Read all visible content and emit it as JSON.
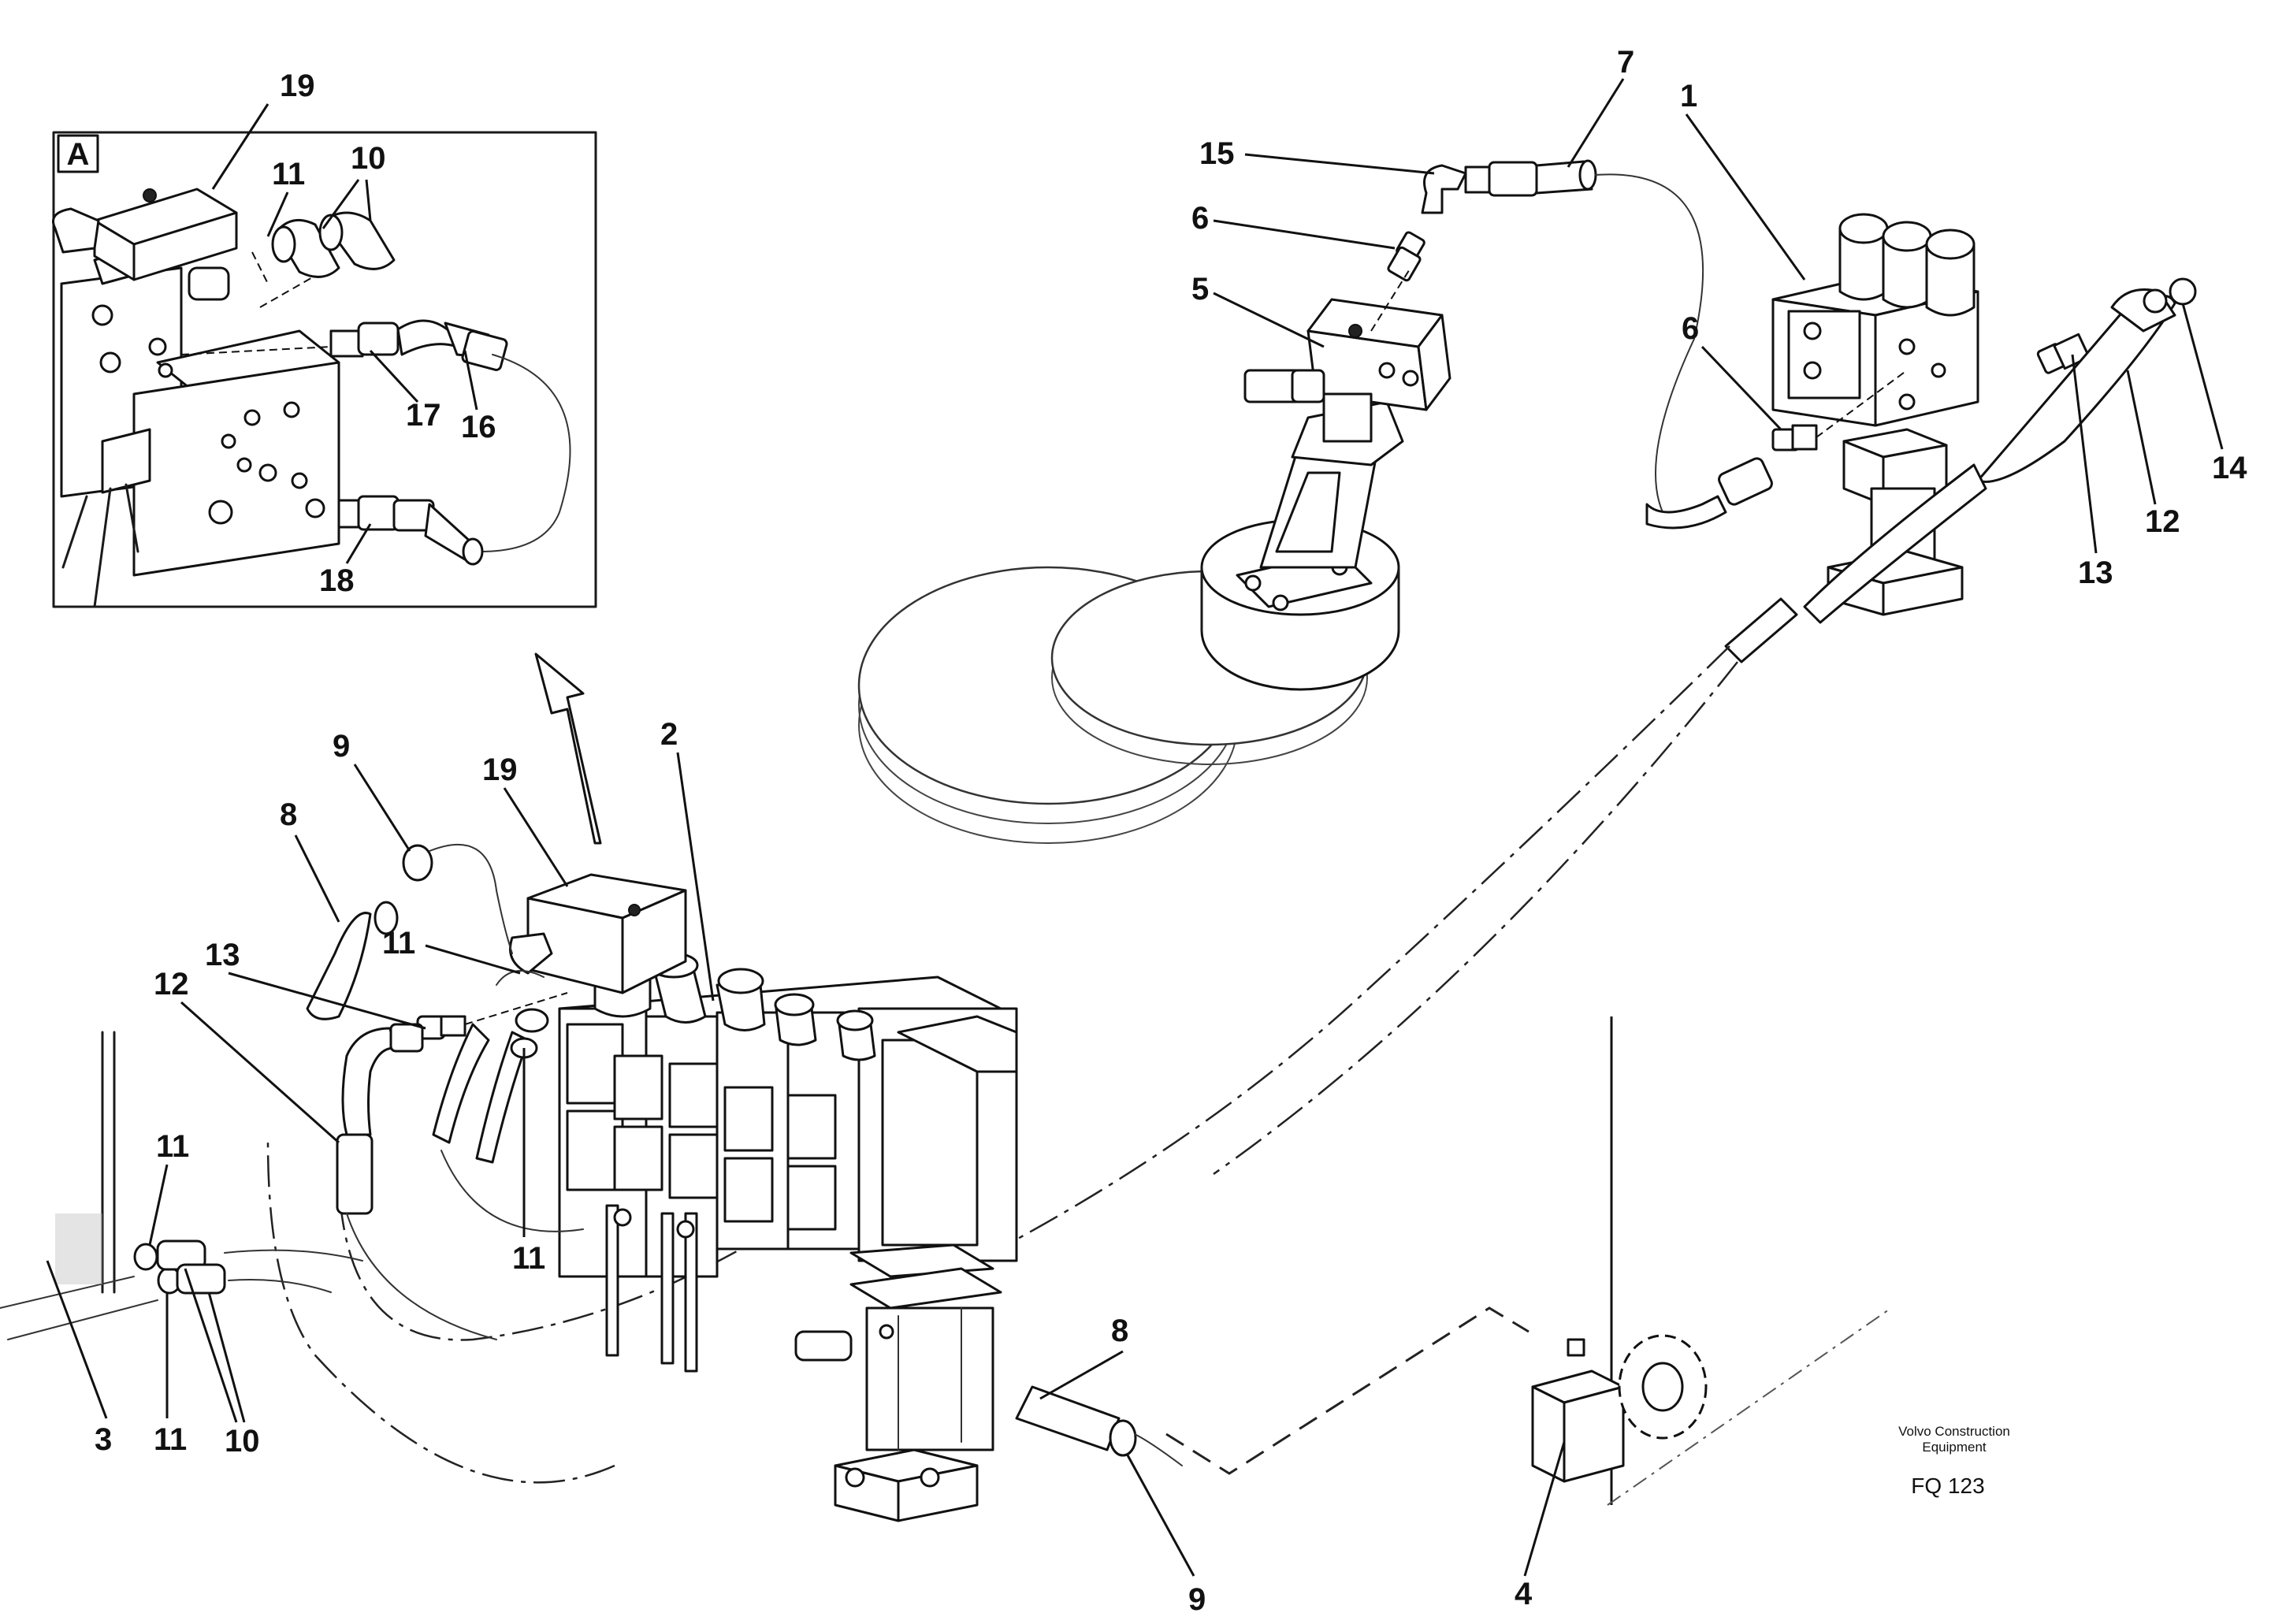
{
  "inset": {
    "view_letter": "A",
    "labels": [
      "19",
      "11",
      "10",
      "17",
      "16",
      "18"
    ]
  },
  "callouts": {
    "c1": "1",
    "c2": "2",
    "c3": "3",
    "c4": "4",
    "c5": "5",
    "c6a": "6",
    "c6b": "6",
    "c7": "7",
    "c8a": "8",
    "c8b": "8",
    "c9a": "9",
    "c9b": "9",
    "c10": "10",
    "c11a": "11",
    "c11b": "11",
    "c11c": "11",
    "c11d": "11",
    "c12a": "12",
    "c12b": "12",
    "c13a": "13",
    "c13b": "13",
    "c14": "14",
    "c15": "15",
    "c19": "19"
  },
  "footer": {
    "company_line1": "Volvo Construction",
    "company_line2": "Equipment",
    "code": "FQ 123"
  }
}
